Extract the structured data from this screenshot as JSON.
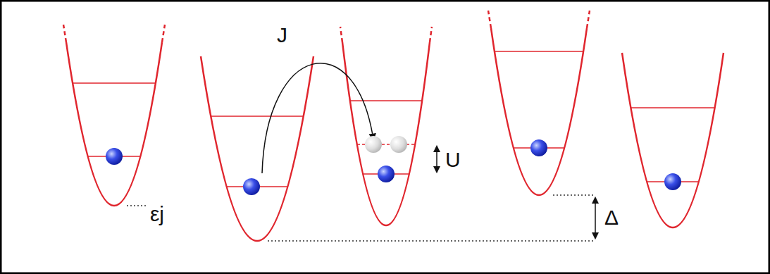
{
  "diagram": {
    "labels": [
      "J",
      "U",
      "εj",
      "Δ"
    ]
  }
}
